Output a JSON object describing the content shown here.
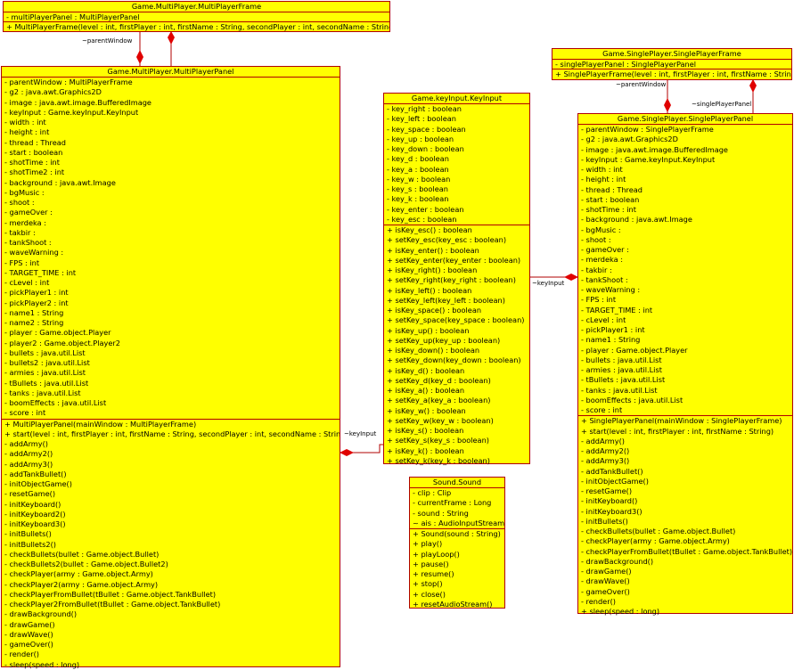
{
  "classes": {
    "mpframe": {
      "name": "Game.MultiPlayer.MultiPlayerFrame",
      "attributes": [
        "- multiPlayerPanel : MultiPlayerPanel"
      ],
      "operations": [
        "+ MultiPlayerFrame(level : int, firstPlayer : int, firstName : String, secondPlayer : int, secondName : String)"
      ]
    },
    "mppanel": {
      "name": "Game.MultiPlayer.MultiPlayerPanel",
      "attributes": [
        "- parentWindow : MultiPlayerFrame",
        "- g2 : java.awt.Graphics2D",
        "- image : java.awt.image.BufferedImage",
        "- keyInput : Game.keyInput.KeyInput",
        "- width : int",
        "- height : int",
        "- thread : Thread",
        "- start : boolean",
        "- shotTime : int",
        "- shotTime2 : int",
        "- background : java.awt.Image",
        "- bgMusic :",
        "- shoot :",
        "- gameOver :",
        "- merdeka :",
        "- takbir :",
        "- tankShoot :",
        "- waveWarning :",
        "- FPS : int",
        "- TARGET_TIME : int",
        "- cLevel : int",
        "- pickPlayer1 : int",
        "- pickPlayer2 : int",
        "- name1 : String",
        "- name2 : String",
        "- player : Game.object.Player",
        "- player2 : Game.object.Player2",
        "- bullets : java.util.List",
        "- bullets2 : java.util.List",
        "- armies : java.util.List",
        "- tBullets : java.util.List",
        "- tanks : java.util.List",
        "- boomEffects : java.util.List",
        "- score : int"
      ],
      "operations": [
        "+ MultiPlayerPanel(mainWindow : MultiPlayerFrame)",
        "+ start(level : int, firstPlayer : int, firstName : String, secondPlayer : int, secondName : String)",
        "- addArmy()",
        "- addArmy2()",
        "- addArmy3()",
        "- addTankBullet()",
        "- initObjectGame()",
        "- resetGame()",
        "- initKeyboard()",
        "- initKeyboard2()",
        "- initKeyboard3()",
        "- initBullets()",
        "- initBullets2()",
        "- checkBullets(bullet : Game.object.Bullet)",
        "- checkBullets2(bullet : Game.object.Bullet2)",
        "- checkPlayer(army : Game.object.Army)",
        "- checkPlayer2(army : Game.object.Army)",
        "- checkPlayerFromBullet(tBullet : Game.object.TankBullet)",
        "- checkPlayer2FromBullet(tBullet : Game.object.TankBullet)",
        "- drawBackground()",
        "- drawGame()",
        "- drawWave()",
        "- gameOver()",
        "- render()",
        "- sleep(speed : long)"
      ]
    },
    "keyinput": {
      "name": "Game.keyInput.KeyInput",
      "attributes": [
        "- key_right : boolean",
        "- key_left : boolean",
        "- key_space : boolean",
        "- key_up : boolean",
        "- key_down : boolean",
        "- key_d : boolean",
        "- key_a : boolean",
        "- key_w : boolean",
        "- key_s : boolean",
        "- key_k : boolean",
        "- key_enter : boolean",
        "- key_esc : boolean"
      ],
      "operations": [
        "+ isKey_esc() : boolean",
        "+ setKey_esc(key_esc : boolean)",
        "+ isKey_enter() : boolean",
        "+ setKey_enter(key_enter : boolean)",
        "+ isKey_right() : boolean",
        "+ setKey_right(key_right : boolean)",
        "+ isKey_left() : boolean",
        "+ setKey_left(key_left : boolean)",
        "+ isKey_space() : boolean",
        "+ setKey_space(key_space : boolean)",
        "+ isKey_up() : boolean",
        "+ setKey_up(key_up : boolean)",
        "+ isKey_down() : boolean",
        "+ setKey_down(key_down : boolean)",
        "+ isKey_d() : boolean",
        "+ setKey_d(key_d : boolean)",
        "+ isKey_a() : boolean",
        "+ setKey_a(key_a : boolean)",
        "+ isKey_w() : boolean",
        "+ setKey_w(key_w : boolean)",
        "+ isKey_s() : boolean",
        "+ setKey_s(key_s : boolean)",
        "+ isKey_k() : boolean",
        "+ setKey_k(key_k : boolean)"
      ]
    },
    "sound": {
      "name": "Sound.Sound",
      "attributes": [
        "- clip : Clip",
        "- currentFrame : Long",
        "- sound : String",
        "~ ais : AudioInputStream"
      ],
      "operations": [
        "+ Sound(sound : String)",
        "+ play()",
        "+ playLoop()",
        "+ pause()",
        "+ resume()",
        "+ stop()",
        "+ close()",
        "+ resetAudioStream()"
      ]
    },
    "spframe": {
      "name": "Game.SinglePlayer.SinglePlayerFrame",
      "attributes": [
        "- singlePlayerPanel : SinglePlayerPanel"
      ],
      "operations": [
        "+ SinglePlayerFrame(level : int, firstPlayer : int, firstName : String)"
      ]
    },
    "sppanel": {
      "name": "Game.SinglePlayer.SinglePlayerPanel",
      "attributes": [
        "- parentWindow : SinglePlayerFrame",
        "- g2 : java.awt.Graphics2D",
        "- image : java.awt.image.BufferedImage",
        "- keyInput : Game.keyInput.KeyInput",
        "- width : int",
        "- height : int",
        "- thread : Thread",
        "- start : boolean",
        "- shotTime : int",
        "- background : java.awt.Image",
        "- bgMusic :",
        "- shoot :",
        "- gameOver :",
        "- merdeka :",
        "- takbir :",
        "- tankShoot :",
        "- waveWarning :",
        "- FPS : int",
        "- TARGET_TIME : int",
        "- cLevel : int",
        "- pickPlayer1 : int",
        "- name1 : String",
        "- player : Game.object.Player",
        "- bullets : java.util.List",
        "- armies : java.util.List",
        "- tBullets : java.util.List",
        "- tanks : java.util.List",
        "- boomEffects : java.util.List",
        "- score : int"
      ],
      "operations": [
        "+ SinglePlayerPanel(mainWindow : SinglePlayerFrame)",
        "+ start(level : int, firstPlayer : int, firstName : String)",
        "- addArmy()",
        "- addArmy2()",
        "- addArmy3()",
        "- addTankBullet()",
        "- initObjectGame()",
        "- resetGame()",
        "- initKeyboard()",
        "- initKeyboard3()",
        "- initBullets()",
        "- checkBullets(bullet : Game.object.Bullet)",
        "- checkPlayer(army : Game.object.Army)",
        "- checkPlayerFromBullet(tBullet : Game.object.TankBullet)",
        "- drawBackground()",
        "- drawGame()",
        "- drawWave()",
        "- gameOver()",
        "- render()",
        "+ sleep(speed : long)"
      ]
    }
  },
  "links": {
    "mp_parent_window": "~parentWindow",
    "mp_keyinput": "~keyInput",
    "sp_keyinput": "~keyInput",
    "sp_parent_window": "~parentWindow",
    "sp_panel": "~singlePlayerPanel"
  },
  "colors": {
    "class_fill": "#ffff00",
    "class_border": "#b00000",
    "link": "#b00000"
  }
}
